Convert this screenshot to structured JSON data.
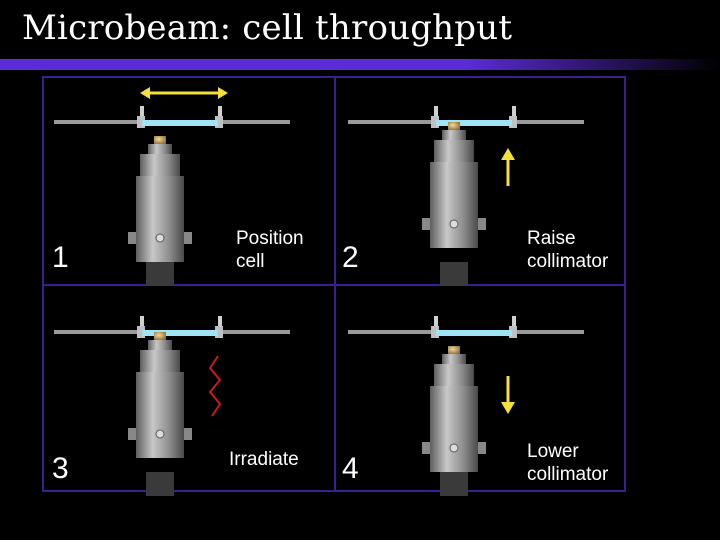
{
  "title": "Microbeam: cell throughput",
  "panels": [
    {
      "number": "1",
      "caption": "Position\ncell",
      "indicator": "double-arrow"
    },
    {
      "number": "2",
      "caption": "Raise\ncollimator",
      "indicator": "up-arrow"
    },
    {
      "number": "3",
      "caption": "Irradiate",
      "indicator": "zigzag-beam"
    },
    {
      "number": "4",
      "caption": "Lower\ncollimator",
      "indicator": "down-arrow"
    }
  ],
  "colors": {
    "background": "#000000",
    "grid": "#3a1f8f",
    "arrow": "#f3e03a",
    "beam": "#cc1a1a",
    "stage": "#9fe3f5",
    "metal": "#9a9a9a"
  }
}
